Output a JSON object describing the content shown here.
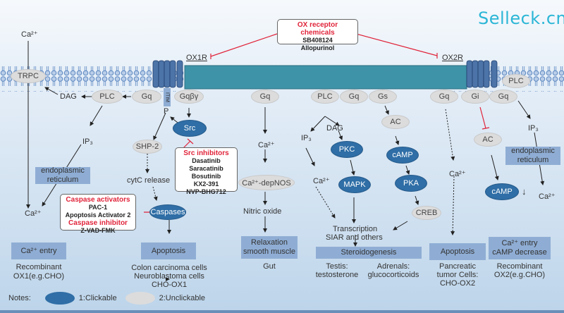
{
  "brand": "Selleck.cn",
  "receptors": {
    "ox1r": "OX1R",
    "ox2r": "OX2R"
  },
  "callouts": {
    "ox_chemicals": {
      "title": "OX receptor chemicals",
      "items": [
        "SB408124",
        "Allopurinol"
      ]
    },
    "src_inhibitors": {
      "title": "Src inhibitors",
      "items": [
        "Dasatinib",
        "Saracatinib",
        "Bosutinib",
        "KX2-391",
        "NVP-BHG712"
      ]
    },
    "caspase": {
      "activators_title": "Caspase activators",
      "activators": [
        "PAC-1",
        "Apoptosis Activator 2"
      ],
      "inhibitor_title": "Caspase inhibitor",
      "inhibitors": [
        "Z-VAD-FMK"
      ]
    }
  },
  "nodes": {
    "trpc": "TRPC",
    "plc_left": "PLC",
    "gq_left": "Gq",
    "itim": "ITIM",
    "gqby": "Gqβγ",
    "gq_mid": "Gq",
    "plc_mid": "PLC",
    "gq_mid2": "Gq",
    "gs": "Gs",
    "gq_right": "Gq",
    "gi": "Gi",
    "gq_right2": "Gq",
    "plc_right": "PLC",
    "src": "Src",
    "shp2": "SHP-2",
    "caspases": "Caspases",
    "ca_depnos": "Ca²⁺-depNOS",
    "pkc": "PKC",
    "mapk": "MAPK",
    "ac_mid": "AC",
    "camp_mid": "cAMP",
    "pka": "PKA",
    "creb": "CREB",
    "ac_right": "AC",
    "camp_right": "cAMP"
  },
  "labels": {
    "ca_top": "Ca²⁺",
    "dag_left": "DAG",
    "p": "P",
    "ip3_left": "IP₃",
    "cytc": "cytC release",
    "ca_left_bottom": "Ca²⁺",
    "ca_mid": "Ca²⁺",
    "nitric_oxide": "Nitric oxide",
    "dag_mid": "DAG",
    "ip3_mid": "IP₃",
    "ca_mid2": "Ca²⁺",
    "transcription": "Transcription",
    "siar": "SIAR and others",
    "ca_right": "Ca²⁺",
    "ip3_right": "IP₃",
    "ca_right2": "Ca²⁺",
    "camp_down_arrow": "↓"
  },
  "boxes": {
    "er_left": [
      "endoplasmic",
      "reticulum"
    ],
    "er_right": [
      "endoplasmic",
      "reticulum"
    ],
    "ca_entry": [
      "Ca²⁺ entry"
    ],
    "apoptosis_left": [
      "Apoptosis"
    ],
    "relaxation": [
      "Relaxation",
      "smooth muscle"
    ],
    "steroidogenesis": [
      "Steroidogenesis"
    ],
    "apoptosis_right": [
      "Apoptosis"
    ],
    "ca_entry_camp": [
      "Ca²⁺ entry",
      "cAMP decrease"
    ]
  },
  "outcomes": {
    "recombinant_ox1": [
      "Recombinant",
      "OX1(e.g.CHO)"
    ],
    "colon": [
      "Colon carcinoma cells",
      "Neuroblastoma cells",
      "CHO-OX1"
    ],
    "gut": [
      "Gut"
    ],
    "testis": [
      "Testis:",
      "testosterone"
    ],
    "adrenals": [
      "Adrenals:",
      "glucocorticoids"
    ],
    "pancreatic": [
      "Pancreatic",
      "tumor Cells:",
      "CHO-OX2"
    ],
    "recombinant_ox2": [
      "Recombinant",
      "OX2(e.g.CHO)"
    ]
  },
  "notes": {
    "label": "Notes:",
    "clickable": "1:Clickable",
    "unclickable": "2:Unclickable"
  },
  "colors": {
    "clickable": "#2f6ea6",
    "unclickable": "#dcdcdc",
    "inhibitor_red": "#e0243a",
    "membrane_bar": "#3e93a8",
    "box_fill": "#8fadd4",
    "brand": "#2bb6d6"
  }
}
